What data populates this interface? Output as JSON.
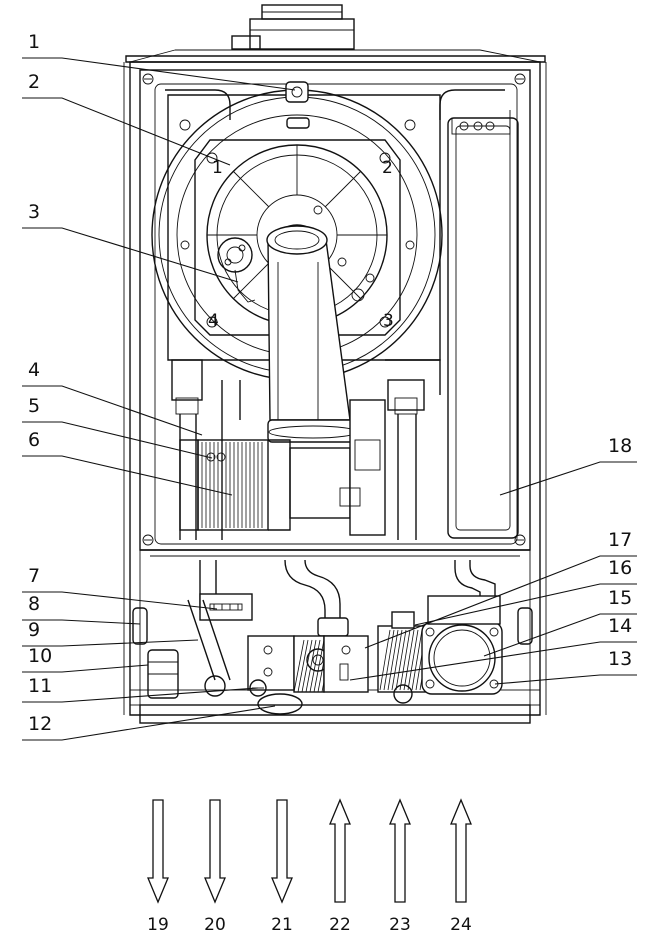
{
  "callouts_left": [
    {
      "n": "1"
    },
    {
      "n": "2"
    },
    {
      "n": "3"
    },
    {
      "n": "4"
    },
    {
      "n": "5"
    },
    {
      "n": "6"
    },
    {
      "n": "7"
    },
    {
      "n": "8"
    },
    {
      "n": "9"
    },
    {
      "n": "10"
    },
    {
      "n": "11"
    },
    {
      "n": "12"
    }
  ],
  "callouts_right": [
    {
      "n": "13"
    },
    {
      "n": "14"
    },
    {
      "n": "15"
    },
    {
      "n": "16"
    },
    {
      "n": "17"
    },
    {
      "n": "18"
    }
  ],
  "connections": [
    {
      "n": "19",
      "direction": "out"
    },
    {
      "n": "20",
      "direction": "out"
    },
    {
      "n": "21",
      "direction": "out"
    },
    {
      "n": "22",
      "direction": "in"
    },
    {
      "n": "23",
      "direction": "in"
    },
    {
      "n": "24",
      "direction": "in"
    }
  ],
  "burner_marks": [
    "1",
    "2",
    "3",
    "4"
  ]
}
